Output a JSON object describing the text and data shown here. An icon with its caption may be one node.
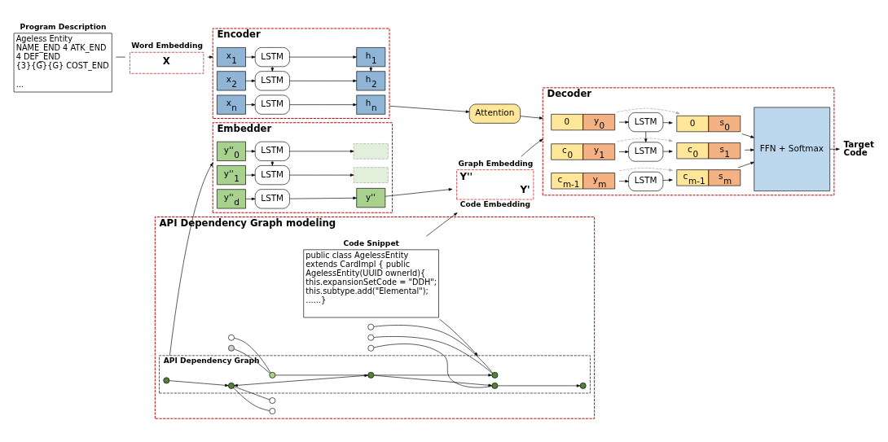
{
  "diagram": {
    "nodes": [
      {
        "text": [
          "API Dependency Graph modeling"
        ]
      },
      {
        "text": [
          "API Dependency Graph"
        ],
        "in": 0
      },
      {
        "text": [],
        "shape": "circle",
        "in": 1
      },
      {
        "text": [],
        "shape": "circle",
        "in": 1
      },
      {
        "text": [],
        "shape": "circle",
        "in": 1
      },
      {
        "text": [],
        "shape": "circle",
        "in": 1
      },
      {
        "text": [],
        "shape": "circle",
        "in": 1
      },
      {
        "text": [],
        "shape": "circle",
        "in": 1
      },
      {
        "text": [],
        "shape": "circle",
        "in": 1
      },
      {
        "text": [],
        "shape": "circle",
        "in": 0
      },
      {
        "text": [],
        "shape": "circle",
        "in": 0
      },
      {
        "text": [],
        "shape": "circle",
        "in": 0
      },
      {
        "text": [],
        "shape": "circle",
        "in": 0
      },
      {
        "text": [],
        "shape": "circle",
        "in": 0
      },
      {
        "text": [],
        "shape": "circle",
        "in": 0
      },
      {
        "text": [],
        "shape": "circle",
        "in": 0
      },
      {
        "text": [
          "Code Snippet",
          "public class AgelessEntity extends CardImpl { public AgelessEntity(UUID ownerId){ this.expansionSetCode = \"DDH\"; this.subtype.add(\"Elemental\"); ......}"
        ],
        "in": 0
      },
      {
        "text": [
          "Embedder"
        ]
      },
      {
        "text": [
          "y''$_{0}$"
        ],
        "in": 17
      },
      {
        "text": [
          "LSTM"
        ],
        "in": 17
      },
      {
        "text": [],
        "shape": "box",
        "in": 17
      },
      {
        "text": [
          "y''$_{1}$"
        ],
        "in": 17
      },
      {
        "text": [
          "LSTM"
        ],
        "in": 17
      },
      {
        "text": [],
        "shape": "box",
        "in": 17
      },
      {
        "text": [
          "y''$_{d}$"
        ],
        "in": 17
      },
      {
        "text": [
          "LSTM"
        ],
        "in": 17
      },
      {
        "text": [
          "y''"
        ],
        "in": 17
      },
      {
        "text": [
          "Graph Embedding",
          "Y''",
          "Y'",
          "Code Embedding"
        ]
      },
      {
        "text": [
          "Decoder"
        ]
      },
      {
        "text": [
          "0",
          "y$_{0}$"
        ],
        "in": 28
      },
      {
        "text": [
          "LSTM"
        ],
        "in": 28
      },
      {
        "text": [
          "0",
          "s$_{0}$"
        ],
        "in": 28
      },
      {
        "text": [
          "c$_{0}$",
          "y$_{1}$"
        ],
        "in": 28
      },
      {
        "text": [
          "LSTM"
        ],
        "in": 28
      },
      {
        "text": [
          "c$_{0}$",
          "s$_{1}$"
        ],
        "in": 28
      },
      {
        "text": [
          "c$_{m-1}$",
          "y$_{m}$"
        ],
        "in": 28
      },
      {
        "text": [
          "LSTM"
        ],
        "in": 28
      },
      {
        "text": [
          "c$_{m-1}$",
          "s$_{m}$"
        ],
        "in": 28
      },
      {
        "text": [
          "FFN + Softmax"
        ],
        "in": 28
      },
      {
        "text": [
          "Target Code"
        ]
      },
      {
        "text": [
          "Attention"
        ]
      },
      {
        "text": [
          "Encoder"
        ]
      },
      {
        "text": [
          "x$_{1}$"
        ],
        "in": 41
      },
      {
        "text": [
          "LSTM"
        ],
        "in": 41
      },
      {
        "text": [
          "h$_{1}$"
        ],
        "in": 41
      },
      {
        "text": [
          "x$_{2}$"
        ],
        "in": 41
      },
      {
        "text": [
          "LSTM"
        ],
        "in": 41
      },
      {
        "text": [
          "h$_{2}$"
        ],
        "in": 41
      },
      {
        "text": [
          "x$_{n}$"
        ],
        "in": 41
      },
      {
        "text": [
          "LSTM"
        ],
        "in": 41
      },
      {
        "text": [
          "h$_{n}$"
        ],
        "in": 41
      },
      {
        "text": [
          "Program Description",
          "Ageless Entity NAME_END 4 ATK_END 4 DEF_END {3}{G}{G} COST_END",
          "..."
        ]
      },
      {
        "text": [
          "Word Embedding",
          "X"
        ]
      }
    ],
    "edges": [
      {
        "from": 9,
        "to": 2,
        "arrow": "none"
      },
      {
        "from": 10,
        "to": 2,
        "arrow": "none"
      },
      {
        "from": 5,
        "to": 2,
        "arrow": "to"
      },
      {
        "from": 11,
        "to": 3,
        "arrow": "none"
      },
      {
        "from": 5,
        "to": 3,
        "arrow": "to"
      },
      {
        "from": 3,
        "to": 4,
        "arrow": "to"
      },
      {
        "from": 12,
        "to": 6,
        "arrow": "none"
      },
      {
        "from": 13,
        "to": 6,
        "arrow": "none"
      },
      {
        "from": 6,
        "to": 5,
        "arrow": "none"
      },
      {
        "from": 5,
        "to": 7,
        "arrow": "both"
      },
      {
        "from": 8,
        "to": 7,
        "arrow": "to"
      },
      {
        "from": 7,
        "to": 14,
        "arrow": "none"
      },
      {
        "from": 7,
        "to": 15,
        "arrow": "none"
      },
      {
        "from": 16,
        "to": 1,
        "arrow": "to"
      },
      {
        "from": 1,
        "to": 17,
        "arrow": "to"
      },
      {
        "from": 16,
        "to": 27,
        "arrow": "to"
      },
      {
        "from": 18,
        "to": 19,
        "arrow": "to"
      },
      {
        "from": 19,
        "to": 20,
        "arrow": "to"
      },
      {
        "from": 19,
        "to": 22,
        "arrow": "to"
      },
      {
        "from": 21,
        "to": 22,
        "arrow": "to"
      },
      {
        "from": 22,
        "to": 23,
        "arrow": "to"
      },
      {
        "from": 24,
        "to": 25,
        "arrow": "to"
      },
      {
        "from": 25,
        "to": 26,
        "arrow": "to"
      },
      {
        "from": 26,
        "to": 27,
        "arrow": "to"
      },
      {
        "from": 27,
        "to": 28,
        "arrow": "to"
      },
      {
        "from": 29,
        "to": 30,
        "arrow": "to"
      },
      {
        "from": 29,
        "to": 31,
        "arrow": "to",
        "style": "dashed",
        "color": "#a6a6a6"
      },
      {
        "from": 30,
        "to": 31,
        "arrow": "to"
      },
      {
        "from": 30,
        "to": 33,
        "arrow": "to"
      },
      {
        "from": 32,
        "to": 33,
        "arrow": "to"
      },
      {
        "from": 32,
        "to": 34,
        "arrow": "to",
        "style": "dashed",
        "color": "#a6a6a6"
      },
      {
        "from": 33,
        "to": 34,
        "arrow": "to"
      },
      {
        "from": 35,
        "to": 36,
        "arrow": "to"
      },
      {
        "from": 35,
        "to": 37,
        "arrow": "to",
        "style": "dashed",
        "color": "#a6a6a6"
      },
      {
        "from": 36,
        "to": 37,
        "arrow": "to"
      },
      {
        "from": 31,
        "to": 38,
        "arrow": "to"
      },
      {
        "from": 34,
        "to": 38,
        "arrow": "to"
      },
      {
        "from": 37,
        "to": 38,
        "arrow": "to"
      },
      {
        "from": 38,
        "to": 39,
        "arrow": "to"
      },
      {
        "from": 40,
        "to": 28,
        "arrow": "to"
      },
      {
        "from": 41,
        "to": 40,
        "arrow": "to"
      },
      {
        "from": 42,
        "to": 43,
        "arrow": "to"
      },
      {
        "from": 43,
        "to": 44,
        "arrow": "to"
      },
      {
        "from": 43,
        "to": 46,
        "arrow": "to"
      },
      {
        "from": 44,
        "to": 47,
        "arrow": "to"
      },
      {
        "from": 45,
        "to": 46,
        "arrow": "to"
      },
      {
        "from": 46,
        "to": 47,
        "arrow": "to"
      },
      {
        "from": 48,
        "to": 49,
        "arrow": "to"
      },
      {
        "from": 49,
        "to": 50,
        "arrow": "to"
      },
      {
        "from": 51,
        "to": 52,
        "arrow": "none"
      },
      {
        "from": 52,
        "to": 41,
        "arrow": "to"
      }
    ]
  }
}
